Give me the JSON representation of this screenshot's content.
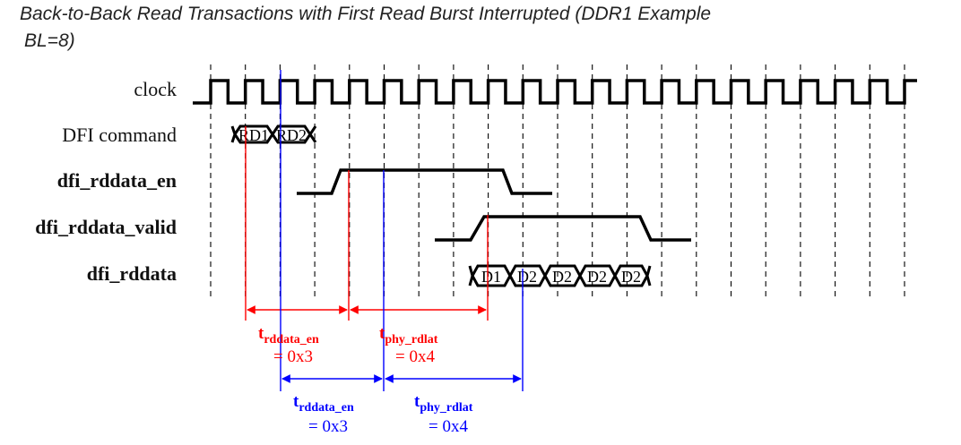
{
  "title": {
    "line1": "Back-to-Back Read Transactions with First Read Burst Interrupted (DDR1 Example",
    "line2": "BL=8)"
  },
  "signals": {
    "clock": "clock",
    "dfi_command": "DFI command",
    "dfi_rddata_en": "dfi_rddata_en",
    "dfi_rddata_valid": "dfi_rddata_valid",
    "dfi_rddata": "dfi_rddata"
  },
  "commands": [
    "RD1",
    "RD2"
  ],
  "data_beats": [
    "D1",
    "D2",
    "D2",
    "D2",
    "D2"
  ],
  "annotations": {
    "red": {
      "t1": {
        "t": "t",
        "sub": "rddata_en",
        "value": "= 0x3"
      },
      "t2": {
        "t": "t",
        "sub": "phy_rdlat",
        "value": "= 0x4"
      }
    },
    "blue": {
      "t1": {
        "t": "t",
        "sub": "rddata_en",
        "value": "= 0x3"
      },
      "t2": {
        "t": "t",
        "sub": "phy_rdlat",
        "value": "= 0x4"
      }
    }
  },
  "colors": {
    "red": "#ff0000",
    "blue": "#0000ff",
    "black": "#000000"
  }
}
